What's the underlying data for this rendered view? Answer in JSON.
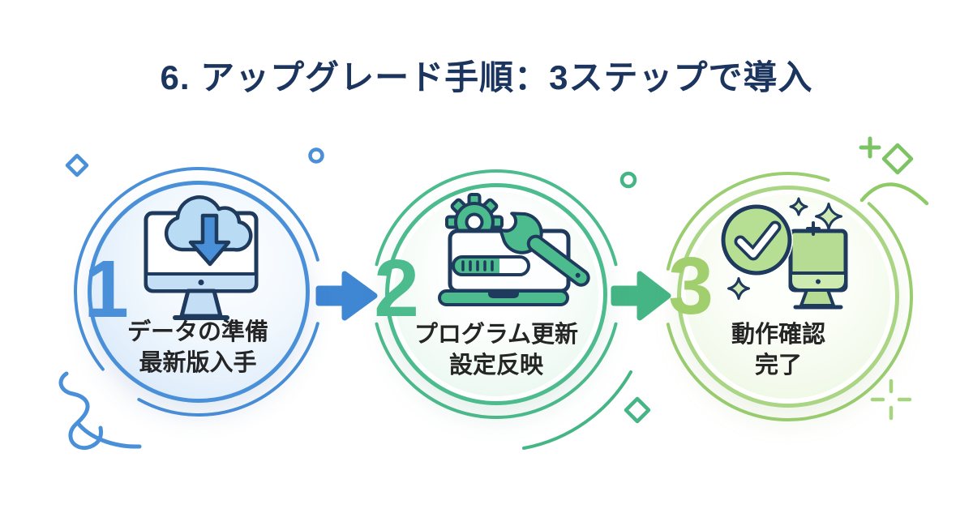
{
  "title": "6. アップグレード手順：3ステップで導入",
  "steps": [
    {
      "number": "1",
      "label_line1": "データの準備",
      "label_line2": "最新版入手",
      "accent_color": "#4a90d8",
      "icon": "monitor-cloud-download-icon"
    },
    {
      "number": "2",
      "label_line1": "プログラム更新",
      "label_line2": "設定反映",
      "accent_color": "#4cbb8d",
      "icon": "laptop-gear-wrench-update-icon"
    },
    {
      "number": "3",
      "label_line1": "動作確認",
      "label_line2": "完了",
      "accent_color": "#a2cf6d",
      "icon": "monitor-checkmark-sparkles-icon"
    }
  ],
  "colors": {
    "title_text": "#1c355f",
    "step_text": "#252525",
    "step1_accent": "#4a90d8",
    "step2_accent": "#4cbb8d",
    "step3_accent": "#a2cf6d",
    "arrow_step1_to_step2": "#3f86d3",
    "arrow_step2_to_step3": "#45b585",
    "icon_outline": "#1e3a5c",
    "background": "#ffffff"
  }
}
